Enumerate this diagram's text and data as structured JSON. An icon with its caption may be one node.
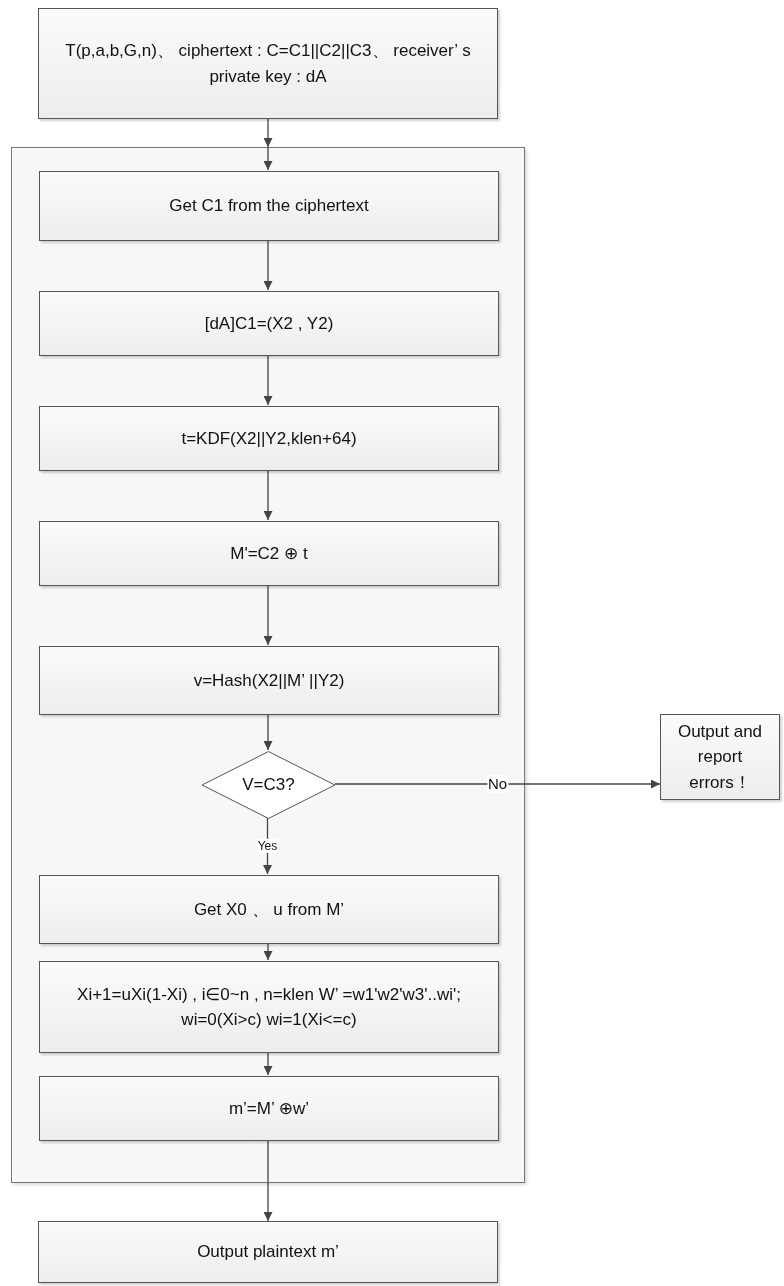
{
  "diagram": {
    "nodes": [
      {
        "text": [
          "T(p,a,b,G,n)、 ciphertext : C=C1||C2||C3、 receiver’ s private key : dA"
        ]
      },
      {
        "text": [],
        "shape": "box"
      },
      {
        "text": [
          "Get C1 from the ciphertext"
        ],
        "in": 1
      },
      {
        "text": [
          "[dA]C1=(X2 , Y2)"
        ],
        "in": 1
      },
      {
        "text": [
          "t=KDF(X2||Y2,klen+64)"
        ],
        "in": 1
      },
      {
        "text": [
          "M'=C2 ⊕ t"
        ],
        "in": 1
      },
      {
        "text": [
          "v=Hash(X2||M’ ||Y2)"
        ],
        "in": 1
      },
      {
        "text": [
          "V=C3?"
        ],
        "in": 1
      },
      {
        "text": [
          "Output and report errors！"
        ]
      },
      {
        "text": [
          "Get X0 、 u from M’"
        ],
        "in": 1
      },
      {
        "text": [
          "Xi+1=uXi(1-Xi) , i∈0~n , n=klen W’ =w1'w2'w3'..wi'; wi=0(Xi>c) wi=1(Xi<=c)"
        ],
        "in": 1
      },
      {
        "text": [
          "m’=M’ ⊕w’"
        ],
        "in": 1
      },
      {
        "text": [
          "Output plaintext m’"
        ]
      }
    ],
    "edges": [
      {
        "from": 0,
        "to": 1,
        "arrow": "to"
      },
      {
        "from": 1,
        "to": 2,
        "arrow": "to"
      },
      {
        "from": 2,
        "to": 3,
        "arrow": "to"
      },
      {
        "from": 3,
        "to": 4,
        "arrow": "to"
      },
      {
        "from": 4,
        "to": 5,
        "arrow": "to"
      },
      {
        "from": 5,
        "to": 6,
        "arrow": "to"
      },
      {
        "from": 6,
        "to": 7,
        "arrow": "to"
      },
      {
        "from": 7,
        "to": 8,
        "arrow": "to",
        "label": "No"
      },
      {
        "from": 7,
        "to": 9,
        "arrow": "to",
        "label": "Yes"
      },
      {
        "from": 9,
        "to": 10,
        "arrow": "to"
      },
      {
        "from": 10,
        "to": 11,
        "arrow": "to"
      },
      {
        "from": 11,
        "to": 1,
        "arrow": "none"
      },
      {
        "from": 1,
        "to": 12,
        "arrow": "to"
      }
    ]
  }
}
